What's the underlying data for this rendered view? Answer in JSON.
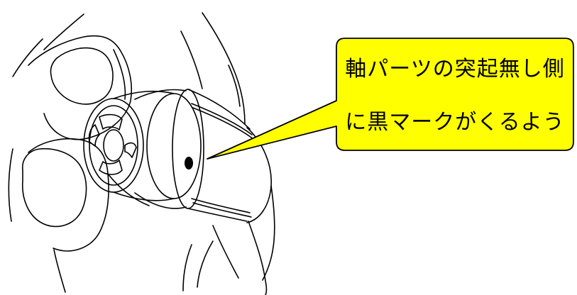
{
  "callout": {
    "line1": "軸パーツの突起無し側",
    "line2": "に黒マークがくるよう",
    "fill": "#ffff00",
    "stroke": "#000000"
  },
  "illustration": {
    "subject": "hand holding cylindrical shaft part",
    "marker_color": "#000000"
  }
}
